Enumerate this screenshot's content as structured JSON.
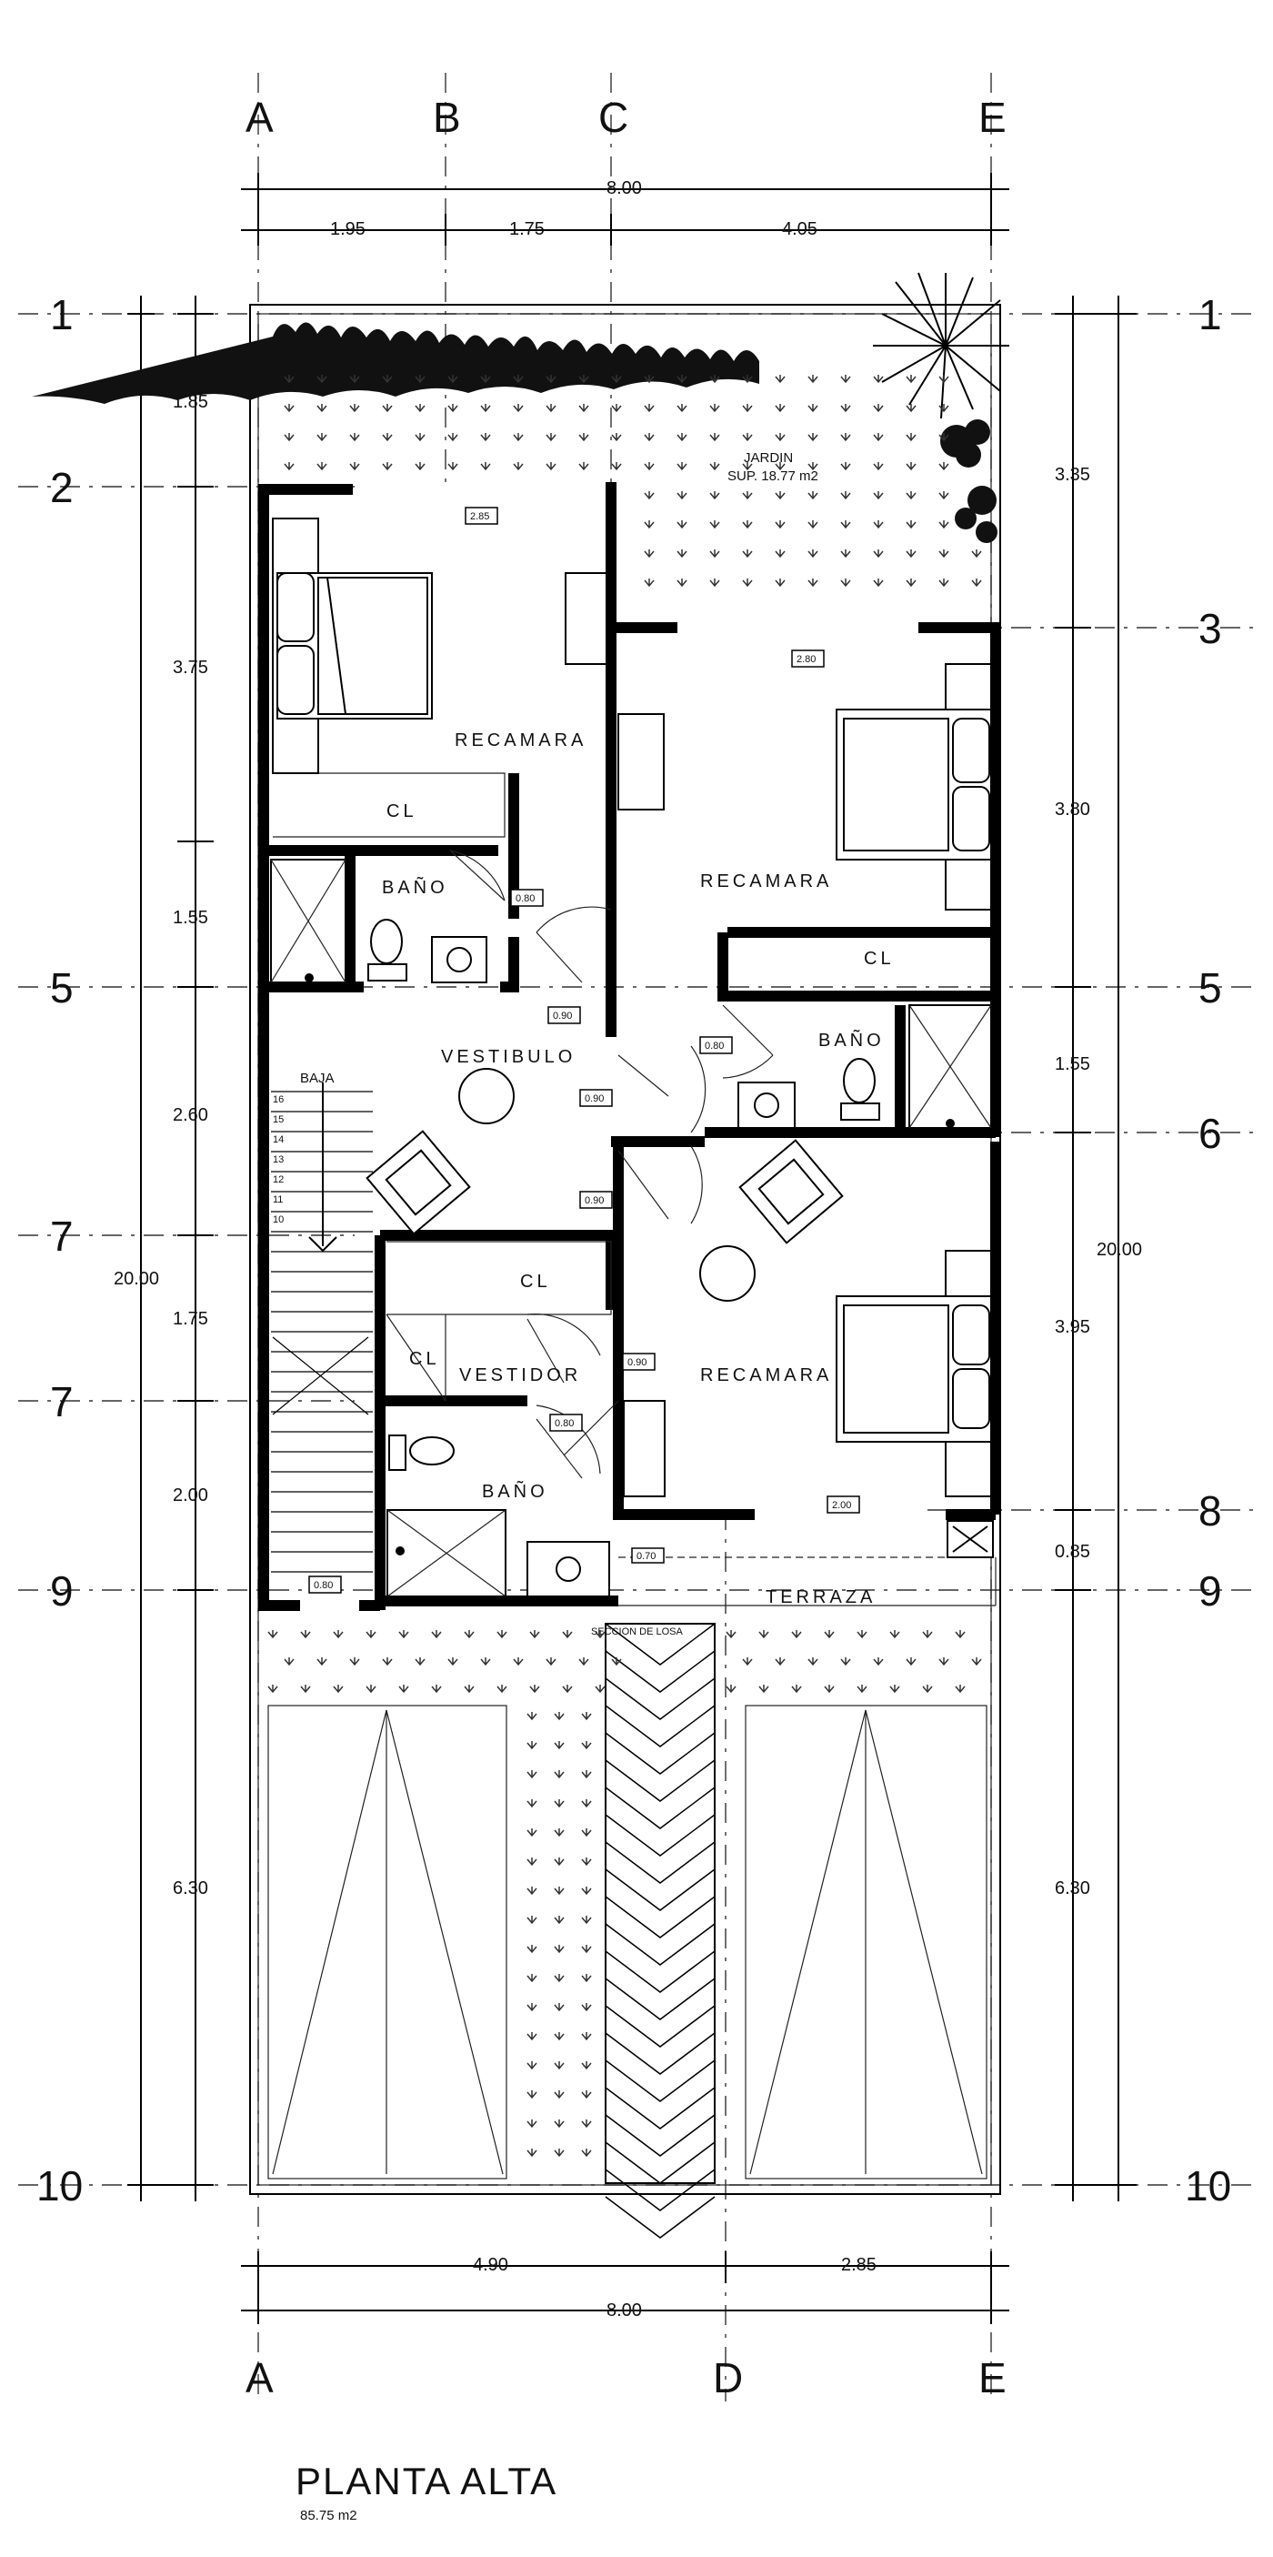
{
  "title": "PLANTA   ALTA",
  "area_total": "85.75 m2",
  "axes": {
    "columns_top": [
      "A",
      "B",
      "C",
      "E"
    ],
    "columns_bottom": [
      "A",
      "D",
      "E"
    ],
    "rows": [
      "1",
      "2",
      "3",
      "5",
      "5",
      "6",
      "7",
      "7",
      "8",
      "9",
      "9",
      "10",
      "10"
    ]
  },
  "dims": {
    "top_total": "8.00",
    "top_parts": [
      "1.95",
      "1.75",
      "4.05"
    ],
    "bottom_parts": [
      "4.90",
      "2.85"
    ],
    "bottom_total": "8.00",
    "left_parts": [
      "1.85",
      "3.75",
      "1.55",
      "2.60",
      "1.75",
      "2.00",
      "6.30"
    ],
    "left_total": "20.00",
    "right_parts": [
      "3.35",
      "3.80",
      "1.55",
      "3.95",
      "0.85",
      "6.30"
    ],
    "right_total": "20.00"
  },
  "rooms": {
    "garden_name": "JARDIN",
    "garden_area": "SUP. 18.77 m2",
    "rec1": "RECAMARA",
    "rec2": "RECAMARA",
    "rec3": "RECAMARA",
    "cl1": "CL",
    "cl2": "CL",
    "cl3": "CL",
    "cl4": "CL",
    "bano1": "BAÑO",
    "bano2": "BAÑO",
    "bano3": "BAÑO",
    "vestibulo": "VESTIBULO",
    "vestidor": "VESTIDOR",
    "terraza": "TERRAZA",
    "stair_label": "BAJA"
  },
  "tags": {
    "t1": "2.85",
    "t2": "2.80",
    "t3": "0.80",
    "t4": "0.90",
    "t5": "0.80",
    "t6": "0.90",
    "t7": "0.90",
    "t8": "0.90",
    "t9": "0.80",
    "t10": "2.00",
    "t11": "0.80",
    "t12": "0.70"
  },
  "stair_numbers": [
    "16",
    "15",
    "14",
    "13",
    "12",
    "11",
    "10"
  ],
  "note_cut": "SECCION DE LOSA"
}
